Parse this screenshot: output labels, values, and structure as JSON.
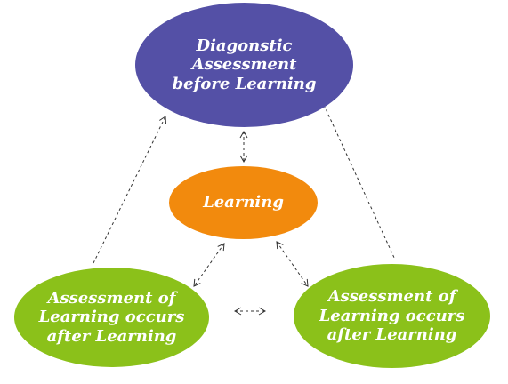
{
  "nodes": {
    "diagnostic": {
      "label": "Diagonstic\nAssessment\nbefore Learning",
      "color": "#5450a6"
    },
    "learning": {
      "label": "Learning",
      "color": "#f28a0d"
    },
    "assessment_left": {
      "label": "Assessment of\nLearning occurs\nafter Learning",
      "color": "#8bc11a"
    },
    "assessment_right": {
      "label": "Assessment of\nLearning occurs\nafter Learning",
      "color": "#8bc11a"
    }
  },
  "connector_color": "#333333"
}
